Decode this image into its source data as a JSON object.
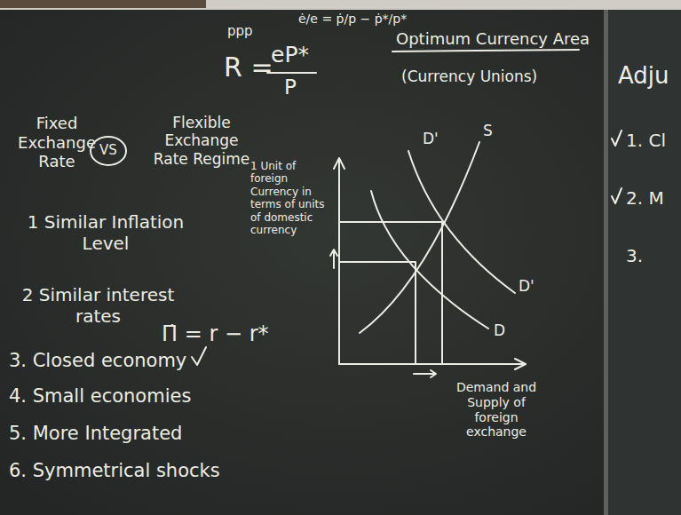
{
  "diagram": {
    "labels": [
      "Fixed Exchange Rate",
      "VS",
      "Flexible Exchange Rate Regime",
      "1 Similar Inflation Level",
      "2 Similar interest rates",
      "Π̇ = r − r*",
      "3. Closed economy",
      "4. Small economies",
      "5. More Integrated",
      "6. Symmetrical shocks",
      "ppp",
      "R =",
      "eP*",
      "P",
      "ė/e = ṗ/p − ṗ*/p*",
      "Optimum Currency Area",
      "(Currency Unions)",
      "1 Unit of foreign Currency in terms of units of domestic currency",
      "D'",
      "S",
      "D'",
      "D",
      "Demand and Supply of foreign exchange",
      "Adju",
      "1. Cl",
      "2. M",
      "3."
    ]
  }
}
